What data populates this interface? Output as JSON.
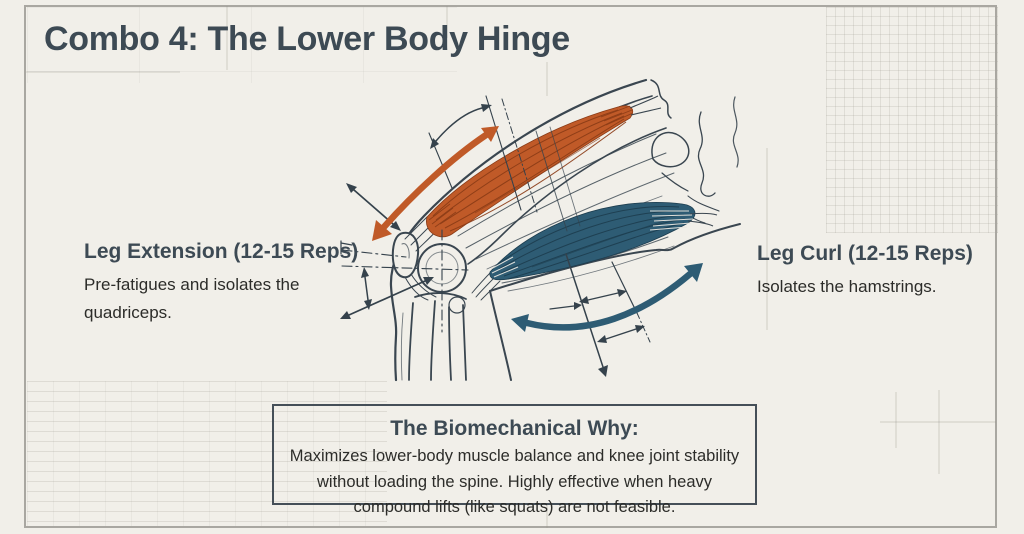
{
  "title": "Combo 4: The Lower Body Hinge",
  "exercises": {
    "left": {
      "heading": "Leg Extension (12-15 Reps)",
      "description_lines": [
        "Pre-fatigues and isolates the",
        "quadriceps."
      ]
    },
    "right": {
      "heading": "Leg Curl (12-15 Reps)",
      "description_lines": [
        "Isolates the hamstrings."
      ]
    }
  },
  "why_box": {
    "heading": "The Biomechanical Why:",
    "body_lines": [
      "Maximizes lower-body muscle balance and knee joint stability",
      "without loading the spine. Highly effective when heavy",
      "compound lifts (like squats) are not feasible."
    ]
  },
  "illustration": {
    "subject": "Knee joint side view with quadriceps and hamstring muscles",
    "quadriceps_color": "#c05a28",
    "hamstring_color": "#2e5c74",
    "outline_color": "#3a4650"
  },
  "colors": {
    "background": "#f1efe9",
    "heading": "#3d4a54",
    "body_text": "#2c2c29",
    "frame": "#a9a7a1",
    "box_border": "#454f58"
  }
}
